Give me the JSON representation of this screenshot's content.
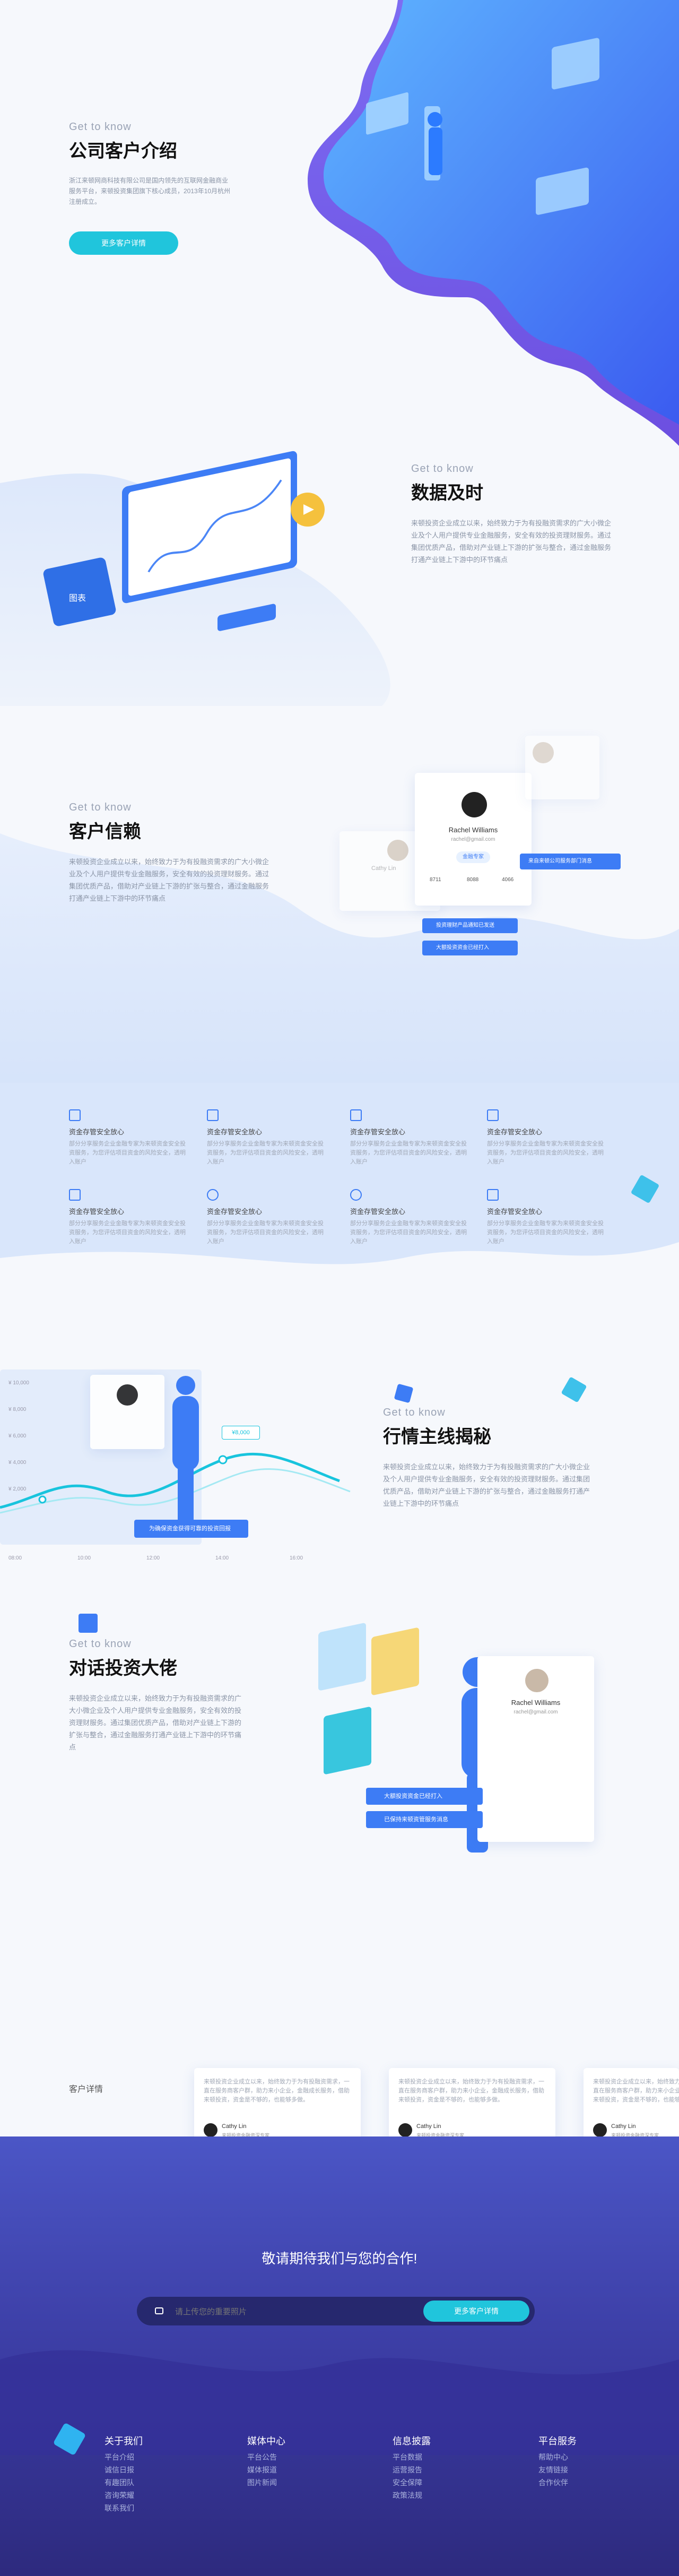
{
  "intro": {
    "eyebrow": "Get to know",
    "title": "公司客户介绍",
    "desc": "浙江来顿网商科技有限公司是国内领先的互联网金融商业服务平台，来顿投资集团旗下核心成员，2013年10月杭州注册成立。",
    "button": "更多客户详情"
  },
  "data_section": {
    "eyebrow": "Get to know",
    "title": "数据及时",
    "desc": "来顿投资企业成立以来，始终致力于为有投融资需求的广大小微企业及个人用户提供专业金融服务，安全有效的投资理财服务。通过集团优质产品，借助对产业链上下游的扩张与整合，通过金融服务打通产业链上下游中的环节痛点",
    "monitor_badge": "图表"
  },
  "trust": {
    "eyebrow": "Get to know",
    "title": "客户信赖",
    "desc": "来顿投资企业成立以来，始终致力于为有投融资需求的广大小微企业及个人用户提供专业金融服务，安全有效的投资理财服务。通过集团优质产品，借助对产业链上下游的扩张与整合，通过金融服务打通产业链上下游中的环节痛点",
    "profile": {
      "name": "Rachel Williams",
      "email": "rachel@gmail.com",
      "tag": "金融专家",
      "stats": [
        "8711",
        "8088",
        "4066"
      ]
    },
    "side_name": "Cathy Lin",
    "notes": [
      "来自来顿公司服务部门消息",
      "投资理财产品通知已发送",
      "大额投资资金已经打入"
    ]
  },
  "features": [
    {
      "icon": "line-chart-icon",
      "title": "资金存管安全放心",
      "desc": "部分分享服务企业金融专家为来顿资金安全投资服务，为您评估项目资金的风险安全，透明入账户"
    },
    {
      "icon": "wallet-icon",
      "title": "资金存管安全放心",
      "desc": "部分分享服务企业金融专家为来顿资金安全投资服务，为您评估项目资金的风险安全，透明入账户"
    },
    {
      "icon": "diamond-icon",
      "title": "资金存管安全放心",
      "desc": "部分分享服务企业金融专家为来顿资金安全投资服务，为您评估项目资金的风险安全，透明入账户"
    },
    {
      "icon": "database-icon",
      "title": "资金存管安全放心",
      "desc": "部分分享服务企业金融专家为来顿资金安全投资服务，为您评估项目资金的风险安全，透明入账户"
    },
    {
      "icon": "card-icon",
      "title": "资金存管安全放心",
      "desc": "部分分享服务企业金融专家为来顿资金安全投资服务，为您评估项目资金的风险安全，透明入账户"
    },
    {
      "icon": "users-icon",
      "title": "资金存管安全放心",
      "desc": "部分分享服务企业金融专家为来顿资金安全投资服务，为您评估项目资金的风险安全，透明入账户"
    },
    {
      "icon": "sun-icon",
      "title": "资金存管安全放心",
      "desc": "部分分享服务企业金融专家为来顿资金安全投资服务，为您评估项目资金的风险安全，透明入账户"
    },
    {
      "icon": "document-icon",
      "title": "资金存管安全放心",
      "desc": "部分分享服务企业金融专家为来顿资金安全投资服务，为您评估项目资金的风险安全，透明入账户"
    }
  ],
  "market": {
    "eyebrow": "Get to know",
    "title": "行情主线揭秘",
    "desc": "来顿投资企业成立以来，始终致力于为有投融资需求的广大小微企业及个人用户提供专业金融服务，安全有效的投资理财服务。通过集团优质产品，借助对产业链上下游的扩张与整合，通过金融服务打通产业链上下游中的环节痛点",
    "y_labels": [
      "¥ 10,000",
      "¥ 8,000",
      "¥ 6,000",
      "¥ 4,000",
      "¥ 2,000"
    ],
    "x_labels": [
      "08:00",
      "10:00",
      "12:00",
      "14:00",
      "16:00"
    ],
    "tooltip": "¥8,000",
    "info_bar": "为确保资金获得可靠的投资回报"
  },
  "dialog": {
    "eyebrow": "Get to know",
    "title": "对话投资大佬",
    "desc": "来顿投资企业成立以来，始终致力于为有投融资需求的广大小微企业及个人用户提供专业金融服务，安全有效的投资理财服务。通过集团优质产品，借助对产业链上下游的扩张与整合，通过金融服务打通产业链上下游中的环节痛点",
    "profile_name": "Rachel Williams",
    "profile_email": "rachel@gmail.com",
    "notes": [
      "大额投资资金已经打入",
      "已保持来顿资管服务消息"
    ]
  },
  "testimonials": {
    "title": "客户详情",
    "items": [
      {
        "text": "来顿投资企业成立以来，始终致力于为有投融资需求，一直在服务商客户群，助力来小企业，金融成长服务，借助来顿投资，资金是不够的，也能够多做。",
        "name": "Cathy Lin",
        "role": "来顿投资金融资深专家"
      },
      {
        "text": "来顿投资企业成立以来，始终致力于为有投融资需求，一直在服务商客户群，助力来小企业，金融成长服务，借助来顿投资，资金是不够的，也能够多做。",
        "name": "Cathy Lin",
        "role": "来顿投资金融资深专家"
      },
      {
        "text": "来顿投资企业成立以来，始终致力于为有投融资需求，一直在服务商客户群，助力来小企业，金融成长服务，借助来顿投资，资金是不够的，也能够多做。",
        "name": "Cathy Lin",
        "role": "来顿投资金融资深专家"
      }
    ]
  },
  "cta": {
    "title": "敬请期待我们与您的合作!",
    "placeholder": "请上传您的重要照片",
    "button": "更多客户详情"
  },
  "footer": {
    "columns": [
      {
        "title": "关于我们",
        "links": [
          "平台介绍",
          "诚信日报",
          "有趣团队",
          "咨询荣耀",
          "联系我们"
        ]
      },
      {
        "title": "媒体中心",
        "links": [
          "平台公告",
          "媒体报道",
          "图片新闻"
        ]
      },
      {
        "title": "信息披露",
        "links": [
          "平台数据",
          "运营报告",
          "安全保障",
          "政策法规"
        ]
      },
      {
        "title": "平台服务",
        "links": [
          "帮助中心",
          "友情链接",
          "合作伙伴"
        ]
      }
    ]
  }
}
